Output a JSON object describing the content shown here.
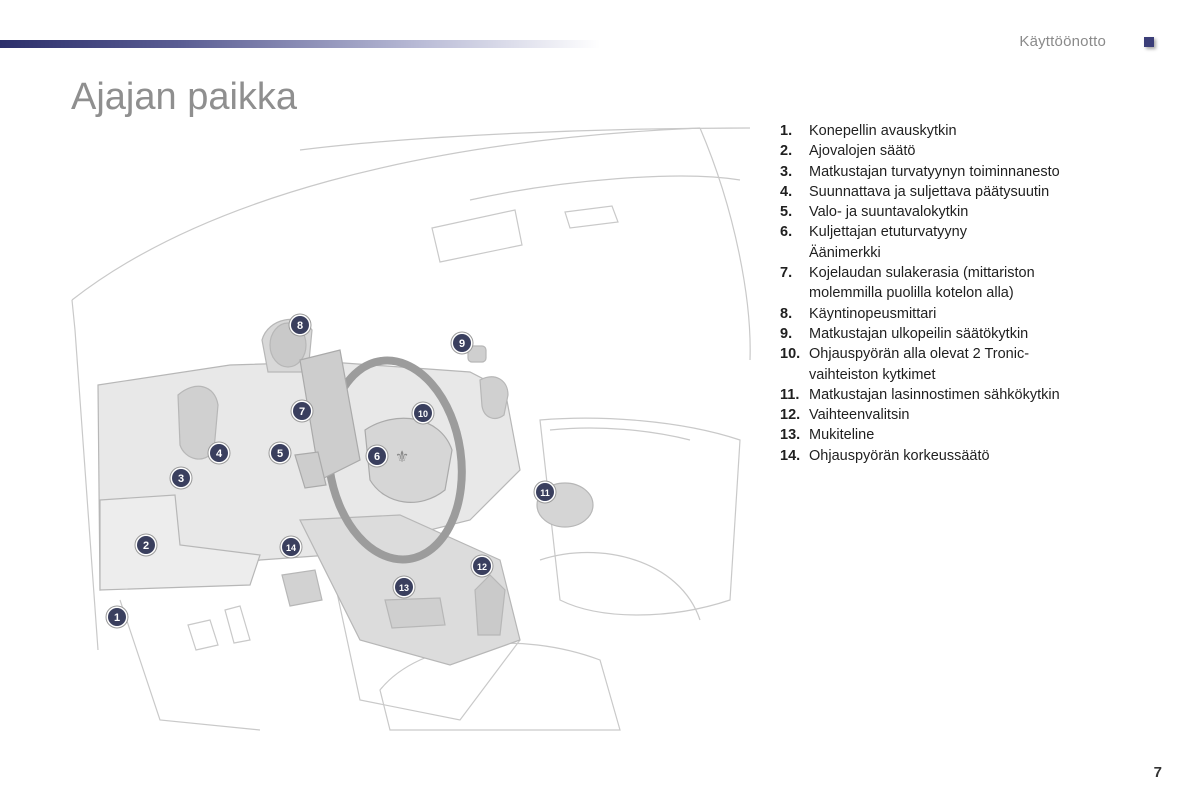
{
  "header": {
    "section_label": "Käyttöönotto",
    "accent_color": "#2c2f6b"
  },
  "page_title": "Ajajan paikka",
  "legend": [
    {
      "num": "1.",
      "text": "Konepellin avauskytkin"
    },
    {
      "num": "2.",
      "text": "Ajovalojen säätö"
    },
    {
      "num": "3.",
      "text": "Matkustajan turvatyynyn toiminnanesto"
    },
    {
      "num": "4.",
      "text": "Suunnattava ja suljettava päätysuutin"
    },
    {
      "num": "5.",
      "text": "Valo- ja suuntavalokytkin"
    },
    {
      "num": "6.",
      "text": "Kuljettajan etuturvatyyny\nÄänimerkki"
    },
    {
      "num": "7.",
      "text": "Kojelaudan sulakerasia (mittariston\nmolemmilla puolilla kotelon alla)"
    },
    {
      "num": "8.",
      "text": "Käyntinopeusmittari"
    },
    {
      "num": "9.",
      "text": "Matkustajan ulkopeilin säätökytkin"
    },
    {
      "num": "10.",
      "text": "Ohjauspyörän alla olevat 2 Tronic-\nvaihteiston kytkimet"
    },
    {
      "num": "11.",
      "text": "Matkustajan lasinnostimen sähkökytkin"
    },
    {
      "num": "12.",
      "text": "Vaihteenvalitsin"
    },
    {
      "num": "13.",
      "text": "Mukiteline"
    },
    {
      "num": "14.",
      "text": "Ohjauspyörän korkeussäätö"
    }
  ],
  "callouts": [
    "1",
    "2",
    "3",
    "4",
    "5",
    "6",
    "7",
    "8",
    "9",
    "10",
    "11",
    "12",
    "13",
    "14"
  ],
  "balloon_color": "#3a3f5e",
  "page_number": "7"
}
